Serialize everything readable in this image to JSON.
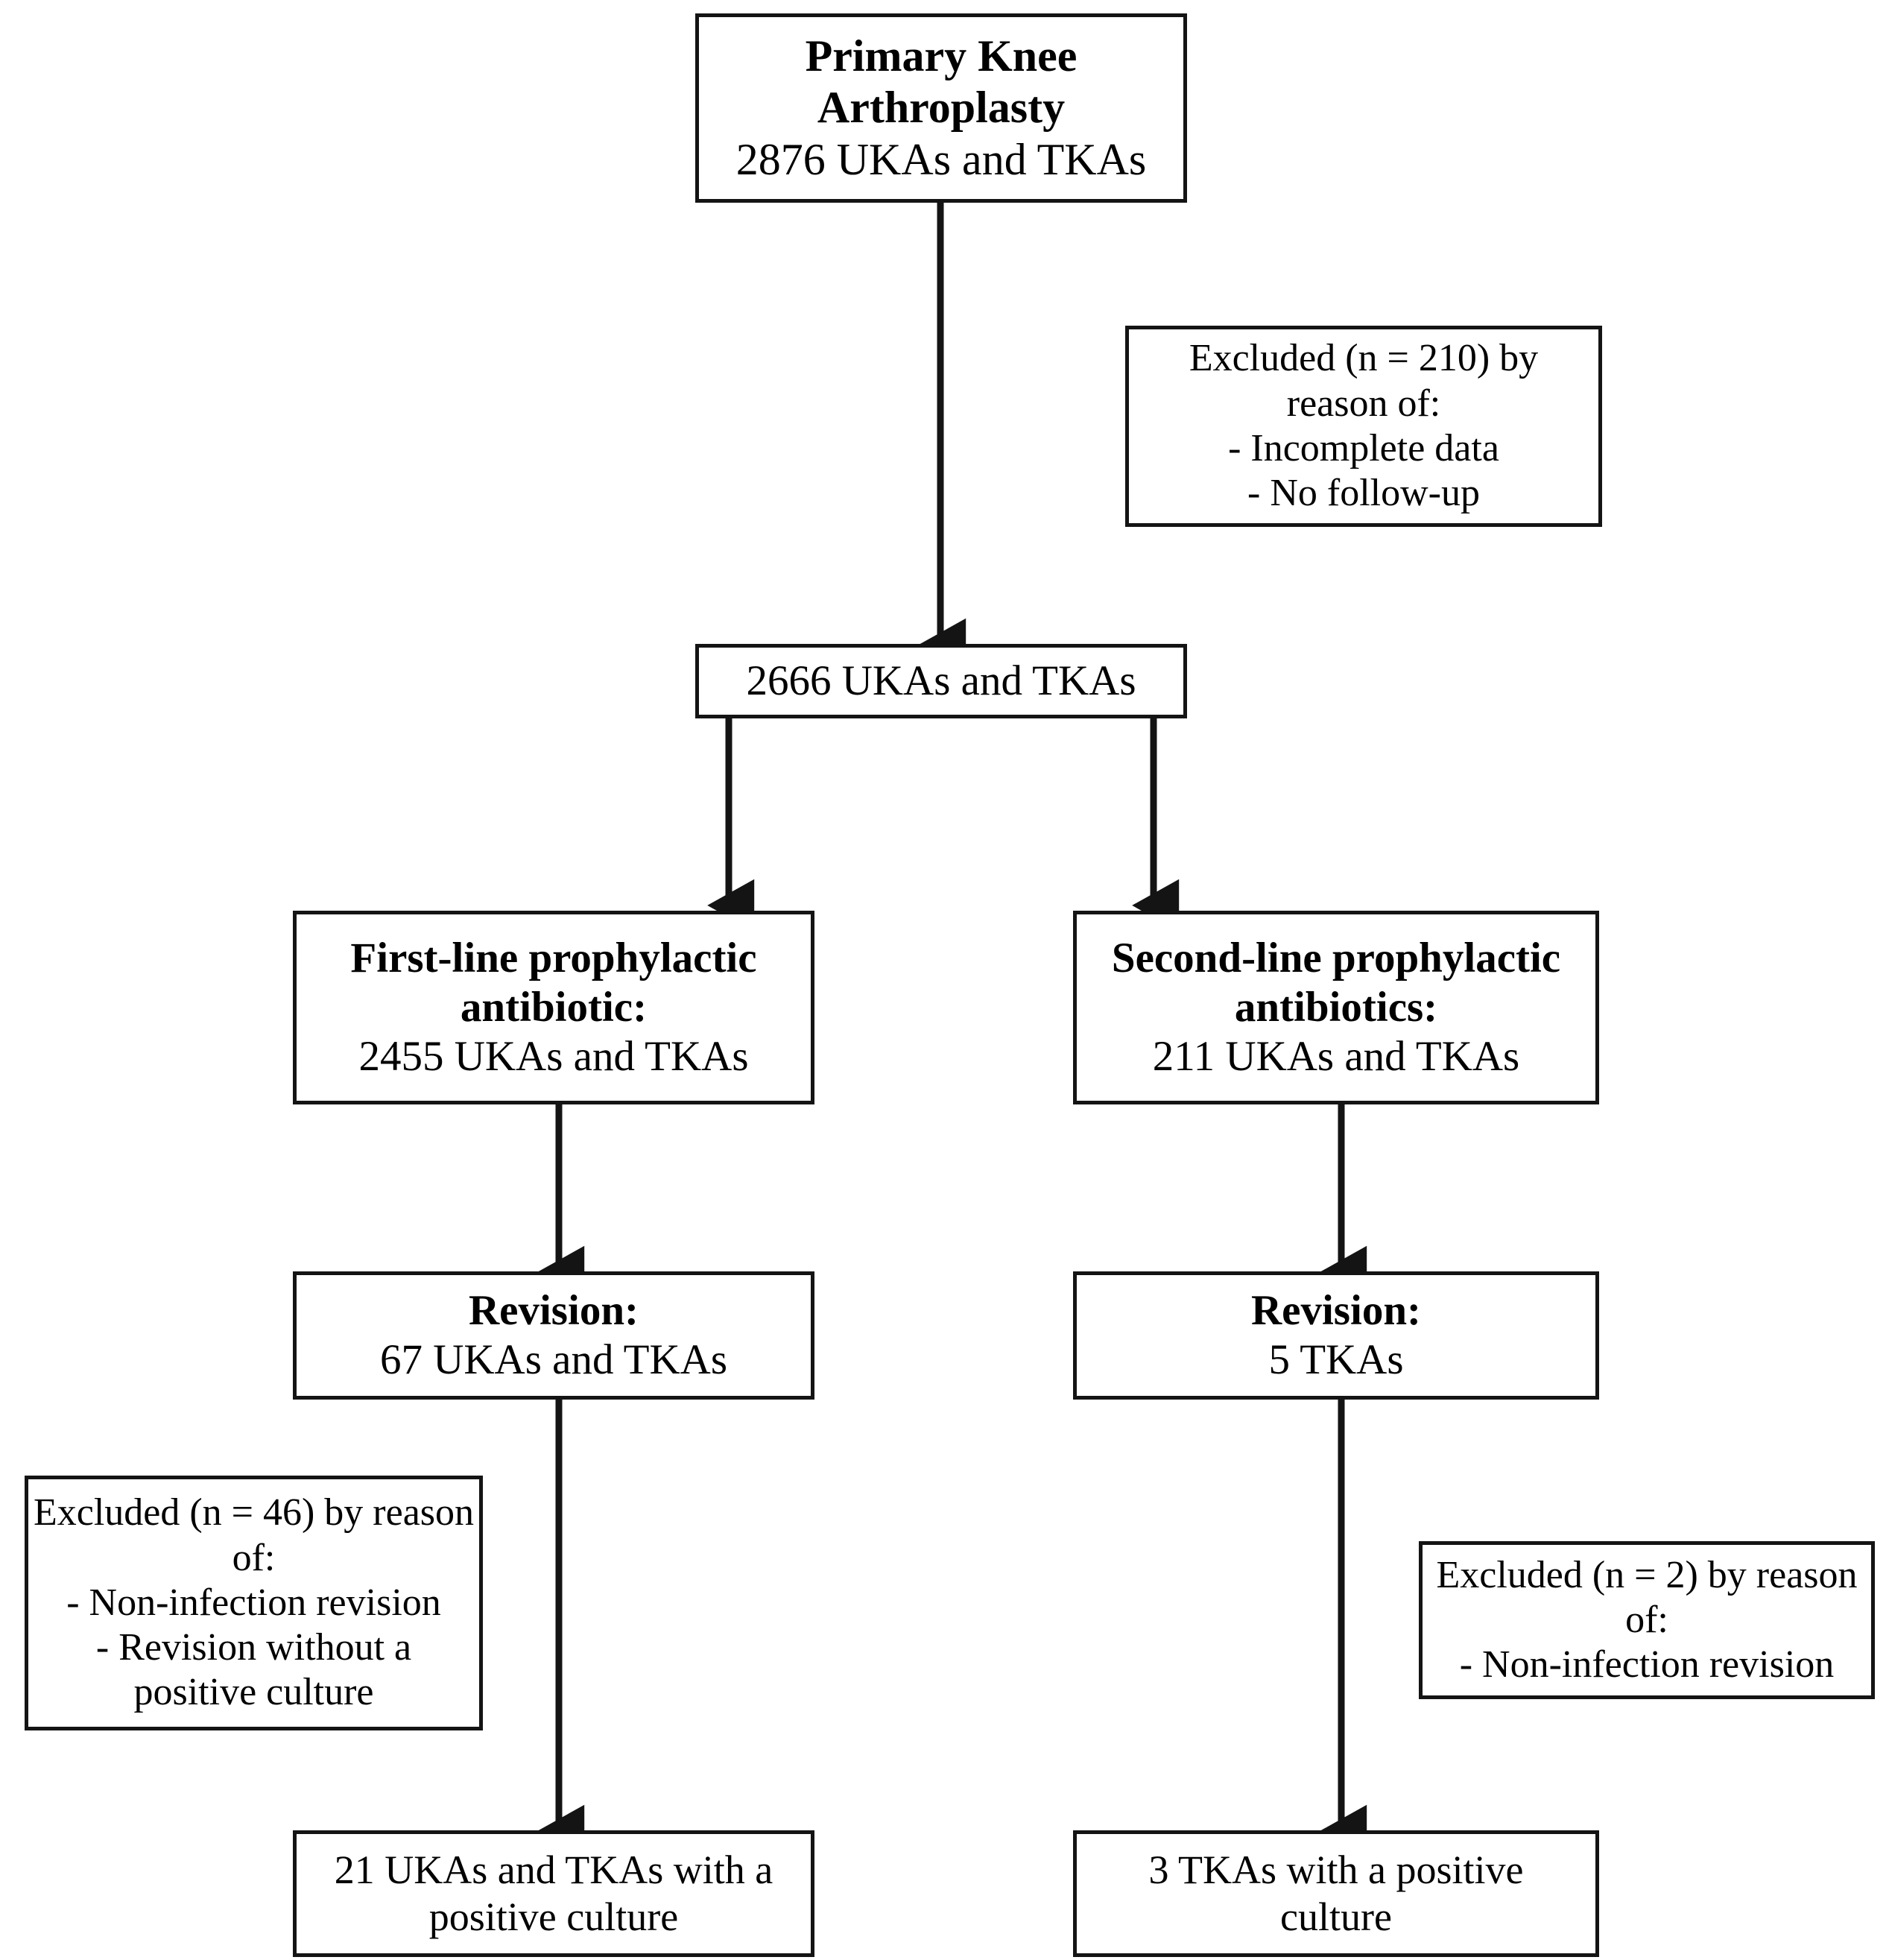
{
  "figure": {
    "title": "Primary Knee Arthroplasty study flow diagram",
    "type": "flowchart",
    "background": "#ffffff",
    "line_color": "#141414",
    "text_color": "#000000"
  },
  "nodes": {
    "primary": {
      "lines": [
        {
          "text": "Primary Knee",
          "bold": true
        },
        {
          "text": "Arthroplasty",
          "bold": true
        },
        {
          "text": "2876 UKAs and TKAs",
          "bold": false
        }
      ]
    },
    "excluded_210": {
      "lines": [
        {
          "text": "Excluded (n = 210) by",
          "bold": false
        },
        {
          "text": "reason of:",
          "bold": false
        },
        {
          "text": "- Incomplete data",
          "bold": false
        },
        {
          "text": "- No follow-up",
          "bold": false
        }
      ]
    },
    "remaining": {
      "lines": [
        {
          "text": "2666 UKAs and TKAs",
          "bold": false
        }
      ]
    },
    "first_line": {
      "lines": [
        {
          "text": "First-line prophylactic",
          "bold": true
        },
        {
          "text": "antibiotic:",
          "bold": true
        },
        {
          "text": "2455 UKAs and TKAs",
          "bold": false
        }
      ]
    },
    "second_line": {
      "lines": [
        {
          "text": "Second-line prophylactic",
          "bold": true
        },
        {
          "text": "antibiotics:",
          "bold": true
        },
        {
          "text": "211 UKAs and TKAs",
          "bold": false
        }
      ]
    },
    "revision_left": {
      "lines": [
        {
          "text": "Revision:",
          "bold": true
        },
        {
          "text": "67 UKAs and TKAs",
          "bold": false
        }
      ]
    },
    "revision_right": {
      "lines": [
        {
          "text": "Revision:",
          "bold": true
        },
        {
          "text": "5 TKAs",
          "bold": false
        }
      ]
    },
    "excluded_46": {
      "lines": [
        {
          "text": "Excluded (n = 46) by reason",
          "bold": false
        },
        {
          "text": "of:",
          "bold": false
        },
        {
          "text": "- Non-infection revision",
          "bold": false
        },
        {
          "text": "- Revision without a",
          "bold": false
        },
        {
          "text": "positive culture",
          "bold": false
        }
      ]
    },
    "excluded_2": {
      "lines": [
        {
          "text": "Excluded (n = 2) by reason",
          "bold": false
        },
        {
          "text": "of:",
          "bold": false
        },
        {
          "text": "- Non-infection revision",
          "bold": false
        }
      ]
    },
    "outcome_left": {
      "lines": [
        {
          "text": "21 UKAs and TKAs with a",
          "bold": false
        },
        {
          "text": "positive culture",
          "bold": false
        }
      ]
    },
    "outcome_right": {
      "lines": [
        {
          "text": "3 TKAs with a positive",
          "bold": false
        },
        {
          "text": "culture",
          "bold": false
        }
      ]
    }
  },
  "chart_data": {
    "type": "flowchart",
    "title": "Primary Knee Arthroplasty study flow diagram",
    "counts": {
      "primary_total": 2876,
      "excluded_first_stage": 210,
      "after_exclusion": 2666,
      "first_line_antibiotic": 2455,
      "second_line_antibiotics": 211,
      "revision_first_line": 67,
      "revision_second_line": 5,
      "excluded_first_line_revisions": 46,
      "excluded_second_line_revisions": 2,
      "positive_culture_first_line": 21,
      "positive_culture_second_line": 3
    },
    "edges": [
      {
        "from": "primary",
        "to": "remaining"
      },
      {
        "from": "remaining",
        "to": "first_line"
      },
      {
        "from": "remaining",
        "to": "second_line"
      },
      {
        "from": "first_line",
        "to": "revision_left"
      },
      {
        "from": "second_line",
        "to": "revision_right"
      },
      {
        "from": "revision_left",
        "to": "outcome_left"
      },
      {
        "from": "revision_right",
        "to": "outcome_right"
      }
    ]
  }
}
